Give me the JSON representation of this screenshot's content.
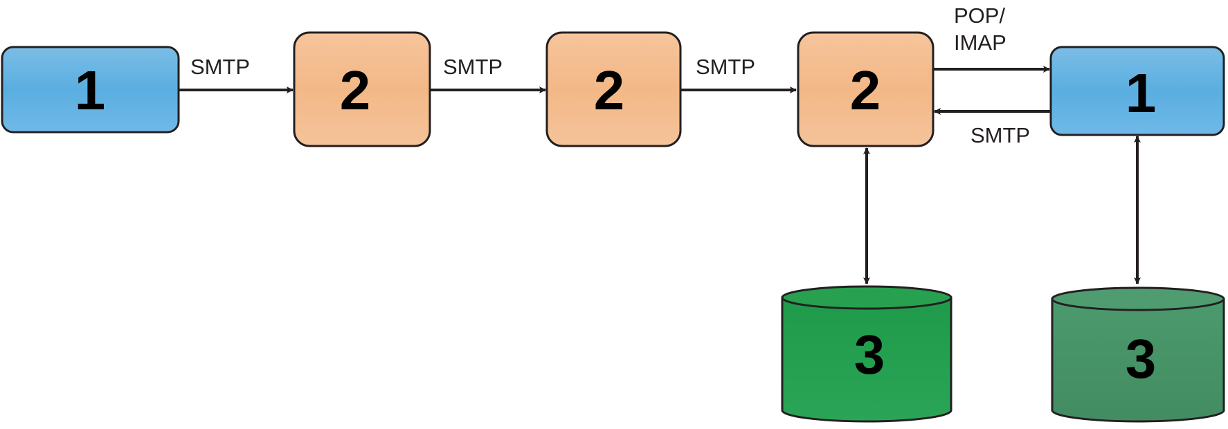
{
  "nodes": {
    "client_sender": {
      "label": "1",
      "type": "client"
    },
    "server_a": {
      "label": "2",
      "type": "server"
    },
    "server_b": {
      "label": "2",
      "type": "server"
    },
    "server_c": {
      "label": "2",
      "type": "server"
    },
    "client_receiver": {
      "label": "1",
      "type": "client"
    },
    "store_server": {
      "label": "3",
      "type": "storage"
    },
    "store_client": {
      "label": "3",
      "type": "storage"
    }
  },
  "edges": {
    "e1": {
      "label": "SMTP"
    },
    "e2": {
      "label": "SMTP"
    },
    "e3": {
      "label": "SMTP"
    },
    "pop_imap_line1": "POP/",
    "pop_imap_line2": "IMAP",
    "e_back": {
      "label": "SMTP"
    }
  },
  "colors": {
    "client": "#5aaee0",
    "server": "#f4b98a",
    "storage_dark": "#23a050",
    "storage_muted": "#4a9468",
    "stroke": "#231f20"
  }
}
